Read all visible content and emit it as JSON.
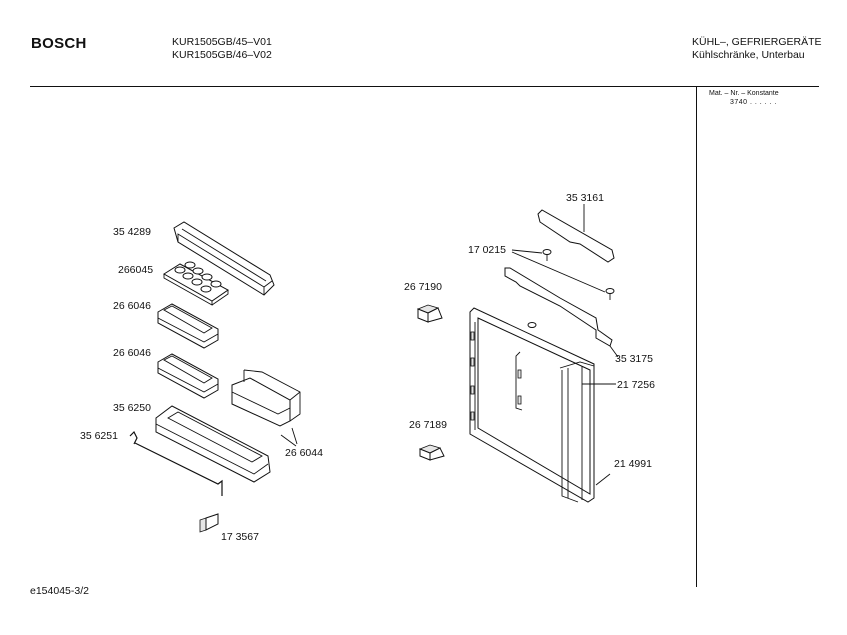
{
  "header": {
    "brand": "BOSCH",
    "models": [
      "KUR1505GB/45–V01",
      "KUR1505GB/46–V02"
    ],
    "category_line1": "KÜHL–, GEFRIERGERÄTE",
    "category_line2": "Kühlschränke, Unterbau"
  },
  "mat_nr": {
    "label": "Mat. – Nr. – Konstante",
    "value": "3740 . .   . . . ."
  },
  "parts": [
    {
      "id": "354289",
      "label": "35 4289",
      "description": "door-shelf-large"
    },
    {
      "id": "266045",
      "label": "266045",
      "description": "egg-tray"
    },
    {
      "id": "266046a",
      "label": "26 6046",
      "description": "small-shelf"
    },
    {
      "id": "266046b",
      "label": "26 6046",
      "description": "small-shelf"
    },
    {
      "id": "356250",
      "label": "35 6250",
      "description": "bottle-shelf"
    },
    {
      "id": "356251",
      "label": "35 6251",
      "description": "bottle-retainer-wire"
    },
    {
      "id": "266044",
      "label": "26 6044",
      "description": "bottle-holder"
    },
    {
      "id": "173567",
      "label": "17 3567",
      "description": "clip"
    },
    {
      "id": "353161",
      "label": "35 3161",
      "description": "handle-cover"
    },
    {
      "id": "170215",
      "label": "17 0215",
      "description": "screw"
    },
    {
      "id": "267190",
      "label": "26 7190",
      "description": "hinge-top"
    },
    {
      "id": "353175",
      "label": "35 3175",
      "description": "handle-strip"
    },
    {
      "id": "217256",
      "label": "21 7256",
      "description": "door-inner-panel"
    },
    {
      "id": "267189",
      "label": "26 7189",
      "description": "hinge-bottom"
    },
    {
      "id": "214991",
      "label": "21 4991",
      "description": "door-seal"
    }
  ],
  "footer": {
    "drawing_id": "e154045-3/2"
  }
}
